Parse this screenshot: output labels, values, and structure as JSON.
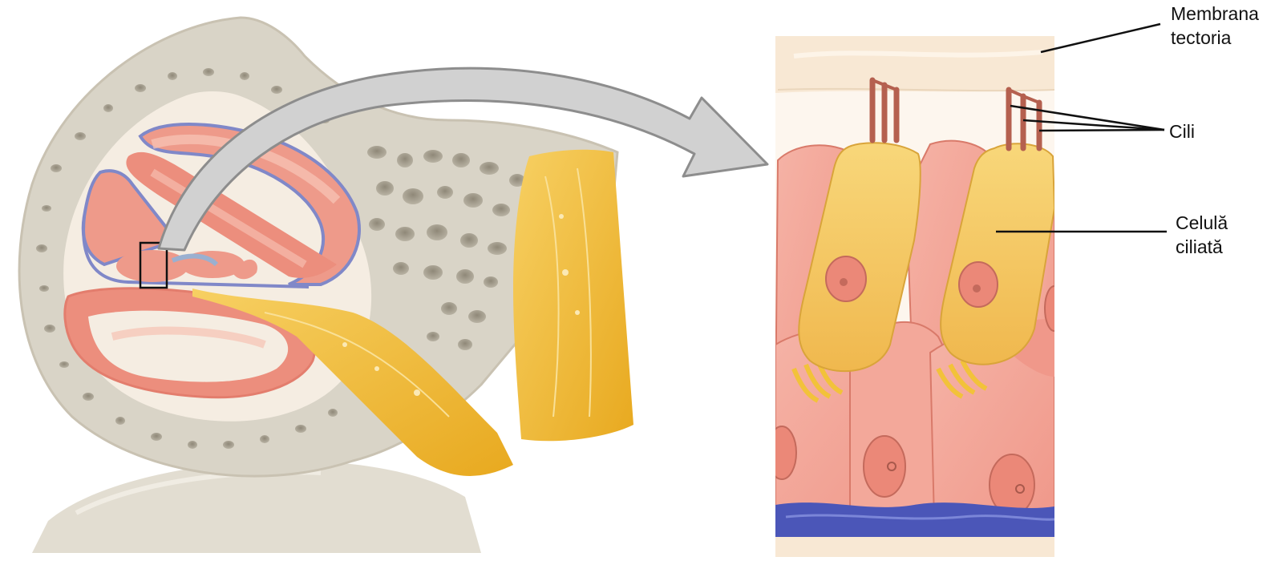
{
  "labels": {
    "membrana_line1": "Membrana",
    "membrana_line2": "tectoria",
    "cili": "Cili",
    "celula_line1": "Celulă",
    "celula_line2": "ciliată"
  },
  "colors": {
    "bone": "#d9d4c7",
    "bone_outline": "#c9c2b2",
    "bone_holes": "#a8a090",
    "duct_pink": "#ec9080",
    "duct_light": "#f7c2b4",
    "membrane_blue": "#8088c8",
    "nerve_yellow": "#f2c23a",
    "arrow_gray": "#c9c9c9",
    "hair_cell": "#f6cf6a",
    "support_cell": "#f3a89a",
    "nucleus": "#e98678",
    "tectorial": "#f8e8d4",
    "basilar_blue": "#4b56b8"
  }
}
